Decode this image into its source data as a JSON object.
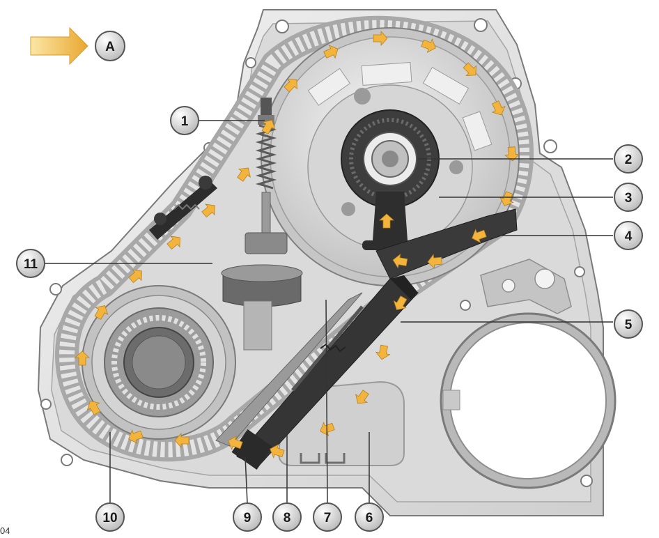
{
  "arrow_label": "A",
  "callouts": [
    "1",
    "2",
    "3",
    "4",
    "5",
    "6",
    "7",
    "8",
    "9",
    "10",
    "11"
  ],
  "corner_code": "04",
  "colors": {
    "housing": "#e3e3e3",
    "housing_edge": "#8a8a8a",
    "chain": "#bdbdbd",
    "flow_arrow": "#f2b43c",
    "callout_fill": "#d9d9d9"
  }
}
